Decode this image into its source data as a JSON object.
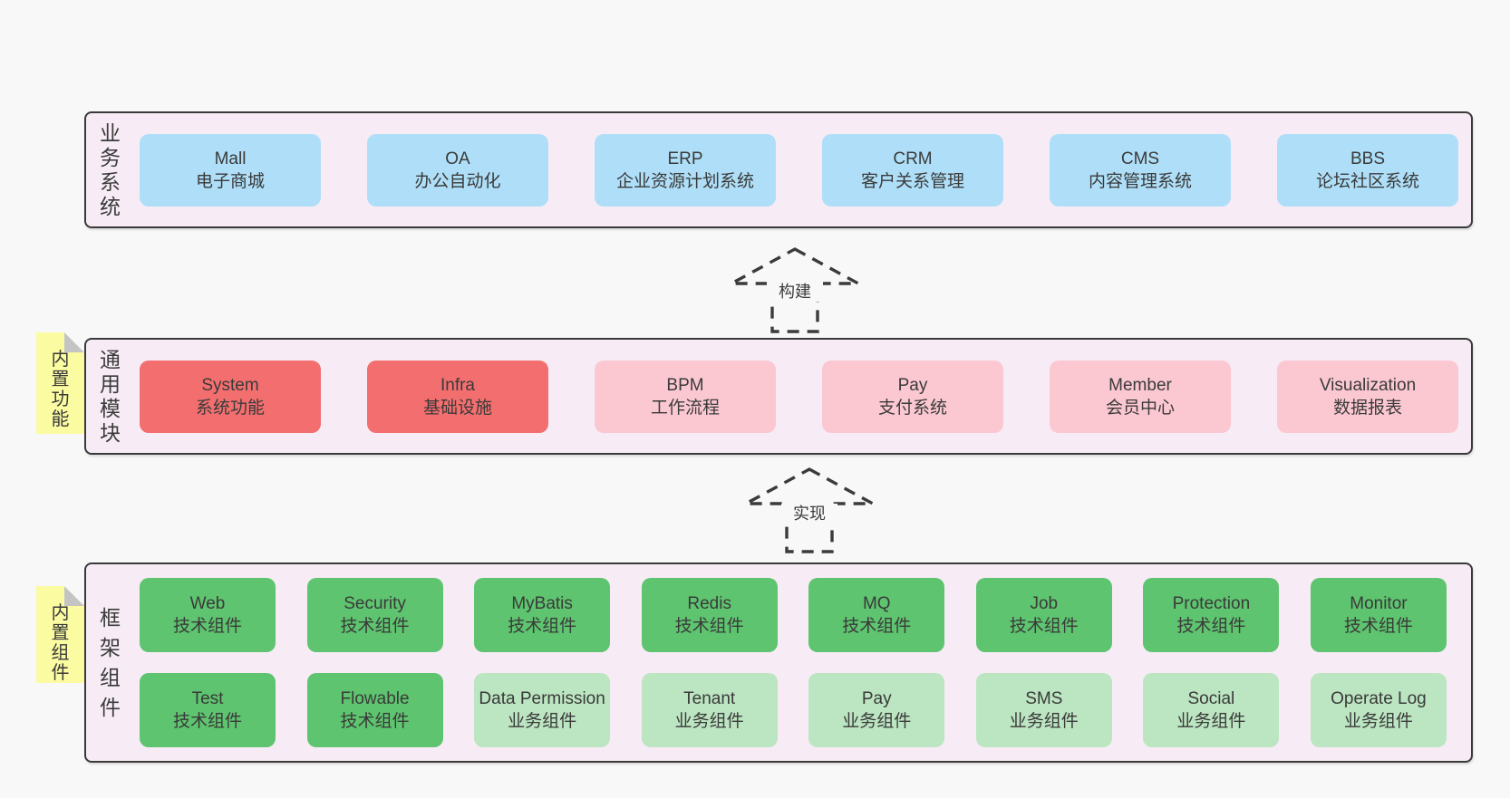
{
  "colors": {
    "page_background": "#f8f8f8",
    "band_fill": "#f7ecf6",
    "band_border": "#3a3a3a",
    "business_box": "#afdff8",
    "module_core_box": "#f36f6f",
    "module_optional_box": "#fbc8d2",
    "tech_component_box": "#5ec46f",
    "biz_component_box": "#bce5c1",
    "sticky_note": "#fbfba2",
    "sticky_fold": "#c4c4c4",
    "arrow_dash": "#3b3b3b",
    "text": "#3a3a3a"
  },
  "arrows": {
    "build": "构建",
    "implement": "实现"
  },
  "bands": {
    "business": {
      "label": "业务系统",
      "boxes": [
        {
          "name": "Mall",
          "desc": "电子商城"
        },
        {
          "name": "OA",
          "desc": "办公自动化"
        },
        {
          "name": "ERP",
          "desc": "企业资源计划系统"
        },
        {
          "name": "CRM",
          "desc": "客户关系管理"
        },
        {
          "name": "CMS",
          "desc": "内容管理系统"
        },
        {
          "name": "BBS",
          "desc": "论坛社区系统"
        }
      ]
    },
    "modules": {
      "label": "通用模块",
      "sticky": "内置功能",
      "boxes": [
        {
          "name": "System",
          "desc": "系统功能"
        },
        {
          "name": "Infra",
          "desc": "基础设施"
        },
        {
          "name": "BPM",
          "desc": "工作流程"
        },
        {
          "name": "Pay",
          "desc": "支付系统"
        },
        {
          "name": "Member",
          "desc": "会员中心"
        },
        {
          "name": "Visualization",
          "desc": "数据报表"
        }
      ]
    },
    "components": {
      "label": "框架组件",
      "sticky": "内置组件",
      "row1": [
        {
          "name": "Web",
          "desc": "技术组件"
        },
        {
          "name": "Security",
          "desc": "技术组件"
        },
        {
          "name": "MyBatis",
          "desc": "技术组件"
        },
        {
          "name": "Redis",
          "desc": "技术组件"
        },
        {
          "name": "MQ",
          "desc": "技术组件"
        },
        {
          "name": "Job",
          "desc": "技术组件"
        },
        {
          "name": "Protection",
          "desc": "技术组件"
        },
        {
          "name": "Monitor",
          "desc": "技术组件"
        }
      ],
      "row2": [
        {
          "name": "Test",
          "desc": "技术组件"
        },
        {
          "name": "Flowable",
          "desc": "技术组件"
        },
        {
          "name": "Data Permission",
          "desc": "业务组件"
        },
        {
          "name": "Tenant",
          "desc": "业务组件"
        },
        {
          "name": "Pay",
          "desc": "业务组件"
        },
        {
          "name": "SMS",
          "desc": "业务组件"
        },
        {
          "name": "Social",
          "desc": "业务组件"
        },
        {
          "name": "Operate Log",
          "desc": "业务组件"
        }
      ]
    }
  }
}
